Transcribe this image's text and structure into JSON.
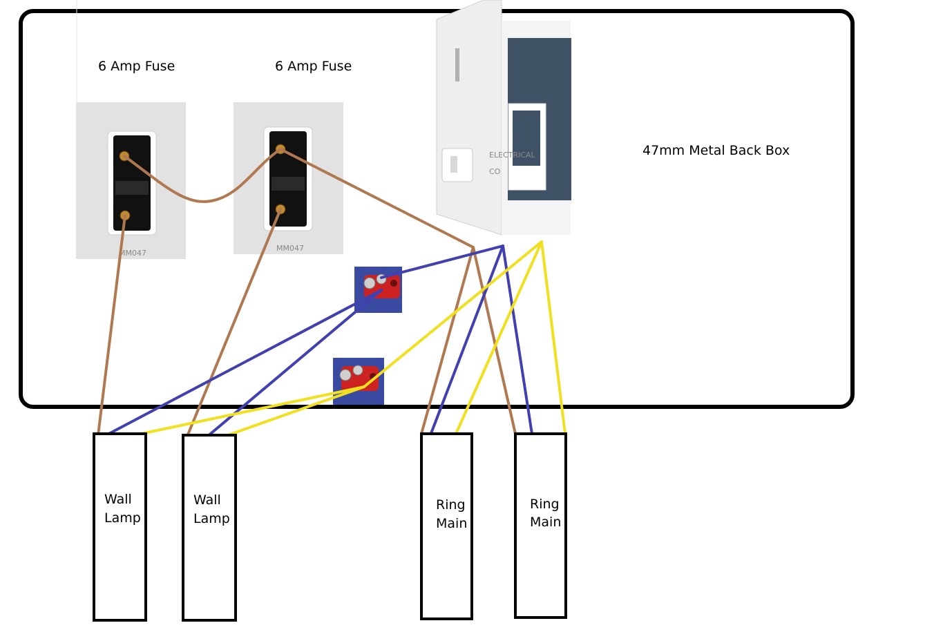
{
  "labels": {
    "fuse_left": "6 Amp Fuse",
    "fuse_right": "6 Amp Fuse",
    "back_box": "47mm Metal Back Box",
    "fuse_module_code_left": "MM047",
    "fuse_module_code_right": "MM047",
    "watermark_line1": "ELECTRICAL",
    "watermark_line2": "CO"
  },
  "cables": [
    {
      "line1": "Wall",
      "line2": "Lamp"
    },
    {
      "line1": "Wall",
      "line2": "Lamp"
    },
    {
      "line1": "Ring",
      "line2": "Main"
    },
    {
      "line1": "Ring",
      "line2": "Main"
    }
  ],
  "colors": {
    "live": "#b07850",
    "neutral": "#4040b0",
    "earth": "#f0e020",
    "outline": "#000000",
    "connector": "#cc2222",
    "connector_bg": "#3a4aa0"
  }
}
